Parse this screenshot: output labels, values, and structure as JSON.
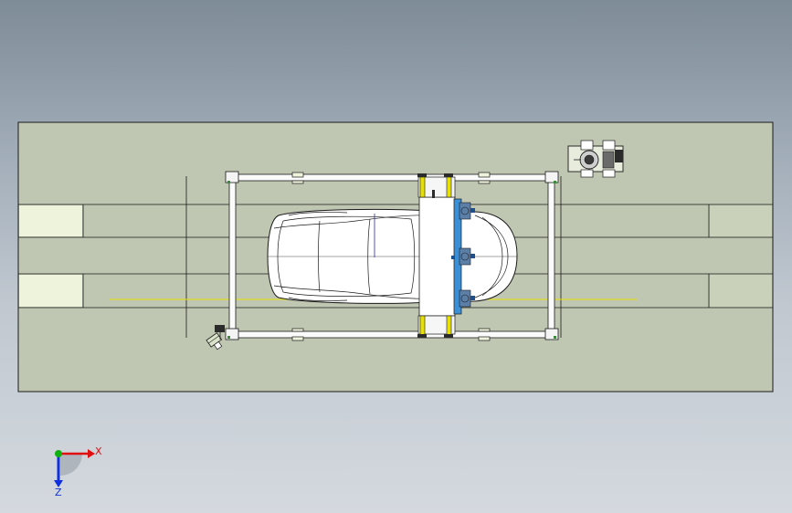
{
  "app": {
    "name": "",
    "view": "top"
  },
  "colors": {
    "background_top": "#7e8c98",
    "background_bottom": "#d4d9df",
    "floor_plate": "#bfc7b2",
    "highlight_panel": "#eef3dc",
    "frame_rail": "#fbfbfb",
    "accent_yellow": "#e7e000",
    "accent_blue": "#3b8fd6",
    "axis_x": "#e01010",
    "axis_y": "#10b010",
    "axis_z": "#1030e0",
    "edge_line": "#1a1a1a"
  },
  "triad": {
    "x_label": "X",
    "z_label": "Z"
  },
  "icons": [
    "camera-sensor-icon",
    "motor-unit-icon",
    "coordinate-triad-icon"
  ]
}
